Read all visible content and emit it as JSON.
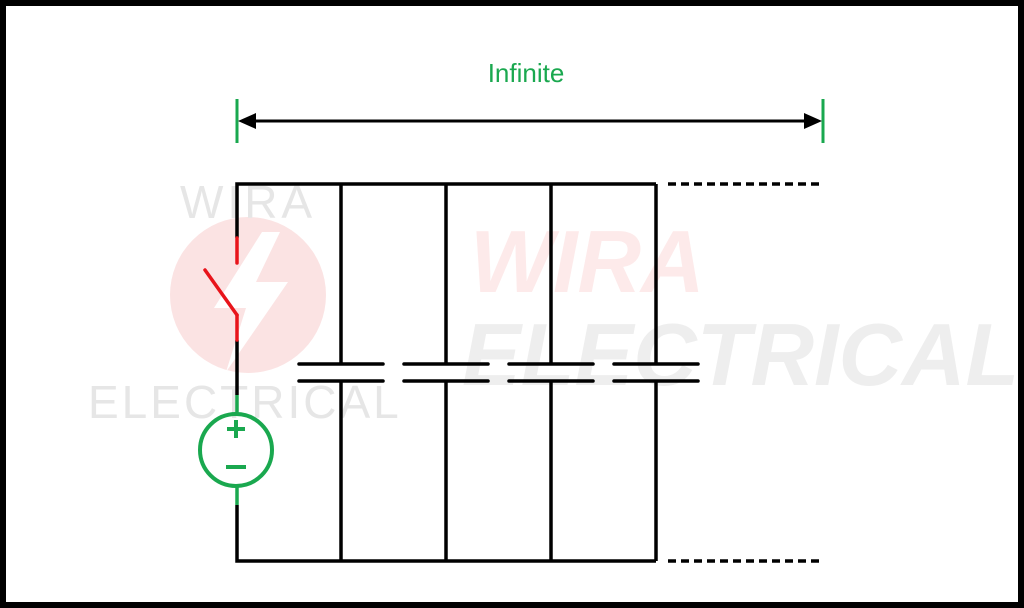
{
  "diagram": {
    "title_label": "Infinite",
    "type": "circuit-schematic",
    "description": "DC voltage source with switch charging infinitely many parallel capacitors",
    "colors": {
      "wire": "#000000",
      "switch": "#e8141b",
      "source": "#1aa84f",
      "label": "#1aa84f",
      "span_marker": "#1aa84f",
      "frame": "#000000"
    },
    "components": {
      "switch": {
        "label": "switch",
        "state": "open"
      },
      "source": {
        "label": "voltage-source",
        "plus_symbol": "+",
        "minus_symbol": "−"
      },
      "capacitors": [
        {
          "id": "C1"
        },
        {
          "id": "C2"
        },
        {
          "id": "C3"
        },
        {
          "id": "C4"
        }
      ],
      "continuation": "dashed lines indicating infinite continuation"
    },
    "watermark": {
      "small_top": "WIRA",
      "small_bottom": "ELECTRICAL",
      "large_top": "WIRA",
      "large_bottom": "ELECTRICAL"
    }
  }
}
